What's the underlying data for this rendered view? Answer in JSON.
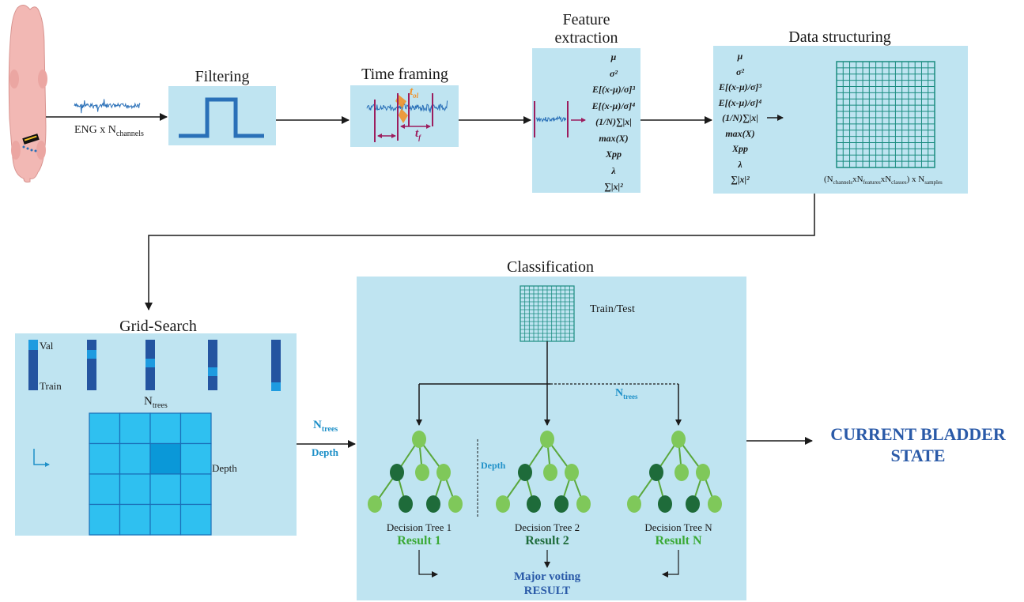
{
  "colors": {
    "panel": "#bfe4f1",
    "signal": "#2a70b8",
    "grid_teal": "#1a8c80",
    "tree_light": "#7fc85a",
    "tree_dark": "#1e6b3a",
    "accent_blue": "#2a5aa8",
    "cyan_label": "#1e90c8",
    "frame_marker": "#9c1d5e",
    "overlap_orange": "#f0922a"
  },
  "icons": [
    "pig-icon",
    "implanted-electrode-icon",
    "bandpass-filter-icon",
    "decision-tree-icon"
  ],
  "stages": {
    "eng_label": "ENG x N",
    "eng_sub": "channels",
    "filtering": "Filtering",
    "time_framing": "Time framing",
    "t_ol": "t",
    "t_ol_sub": "ol",
    "t_f": "t",
    "t_f_sub": "f",
    "feature_extraction_line1": "Feature",
    "feature_extraction_line2": "extraction",
    "data_structuring": "Data structuring",
    "grid_search": "Grid-Search",
    "classification": "Classification"
  },
  "features": [
    "μ",
    "σ²",
    "E[(x-μ)/σ]³",
    "E[(x-μ)/σ]⁴",
    "(1/N)∑|x|",
    "max(X)",
    "Xpp",
    "λ",
    "∑|x|²"
  ],
  "data_structuring": {
    "formula_parts": [
      "(N",
      "channels",
      "xN",
      "features",
      "xN",
      "classes",
      ") x N",
      "samples"
    ]
  },
  "grid_search": {
    "val": "Val",
    "train": "Train",
    "n_trees": "N",
    "n_trees_sub": "trees",
    "depth": "Depth"
  },
  "link": {
    "n_trees": "N",
    "n_trees_sub": "trees",
    "depth": "Depth"
  },
  "classification": {
    "train_test": "Train/Test",
    "n_trees": "N",
    "n_trees_sub": "trees",
    "depth": "Depth",
    "trees": [
      {
        "label": "Decision Tree 1",
        "result": "Result 1"
      },
      {
        "label": "Decision Tree 2",
        "result": "Result 2"
      },
      {
        "label": "Decision Tree N",
        "result": "Result N"
      }
    ],
    "major_voting": "Major voting",
    "result": "RESULT"
  },
  "output": {
    "line1": "CURRENT BLADDER",
    "line2": "STATE"
  }
}
